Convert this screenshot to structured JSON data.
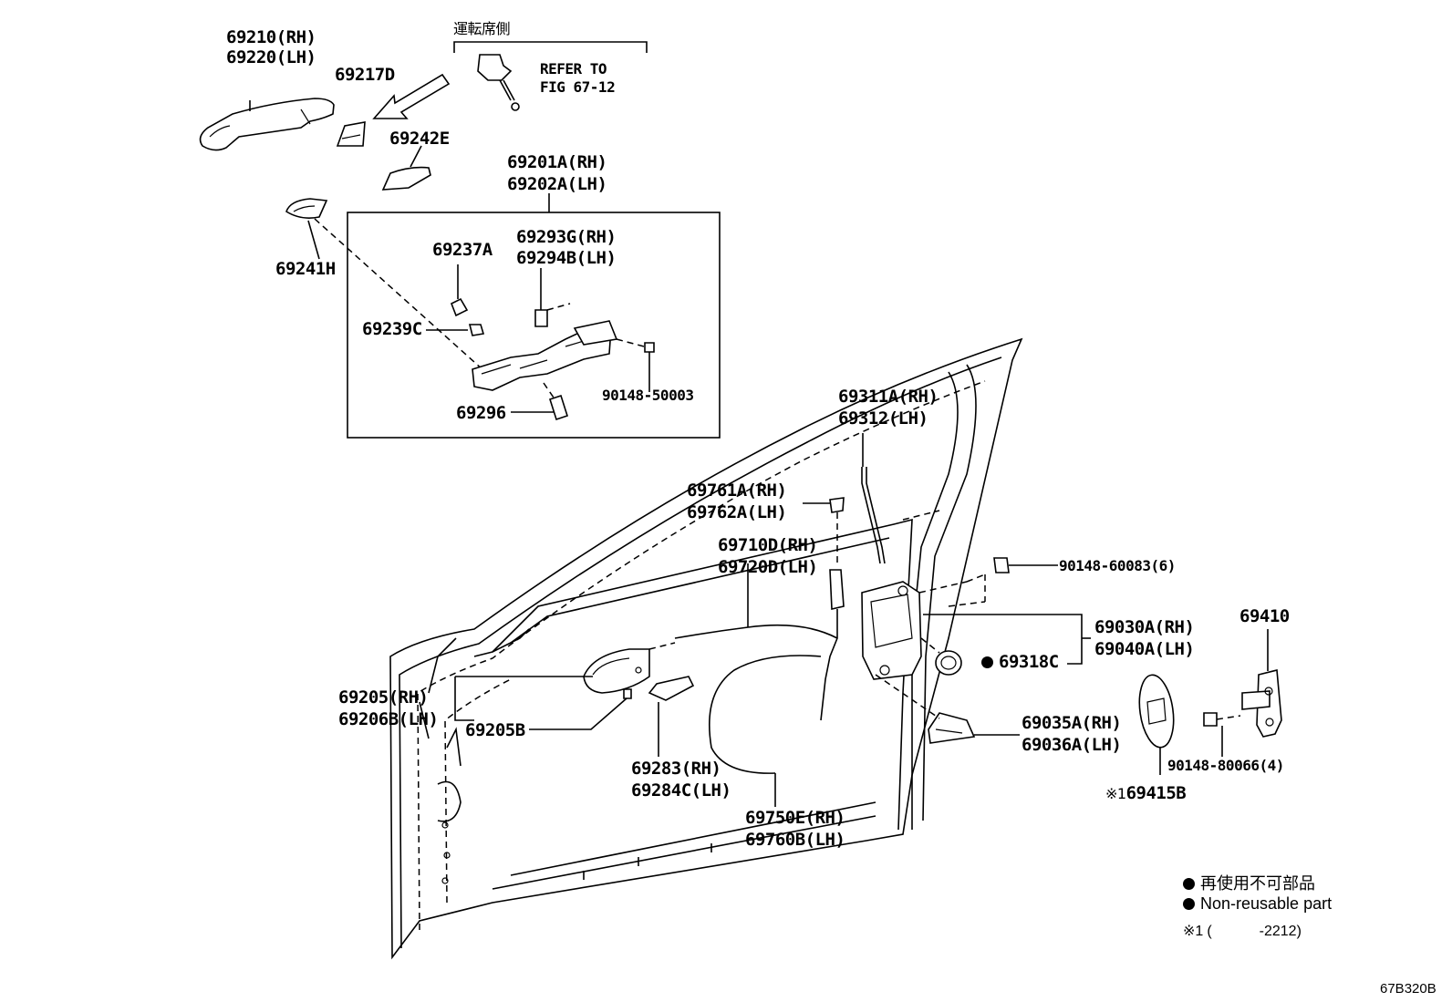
{
  "figure_code": "67B320B",
  "header_note": "運転席側",
  "refer": [
    "REFER TO",
    "FIG 67-12"
  ],
  "labels": {
    "p69210": [
      "69210(RH)",
      "69220(LH)"
    ],
    "p69217D": "69217D",
    "p69242E": "69242E",
    "p69201A": [
      "69201A(RH)",
      "69202A(LH)"
    ],
    "p69241H": "69241H",
    "p69237A": "69237A",
    "p69293G": [
      "69293G(RH)",
      "69294B(LH)"
    ],
    "p69239C": "69239C",
    "p90148_50003": "90148-50003",
    "p69296": "69296",
    "p69311A": [
      "69311A(RH)",
      "69312(LH)"
    ],
    "p69761A": [
      "69761A(RH)",
      "69762A(LH)"
    ],
    "p69710D": [
      "69710D(RH)",
      "69720D(LH)"
    ],
    "p90148_60083": "90148-60083(6)",
    "p69030A": [
      "69030A(RH)",
      "69040A(LH)"
    ],
    "p69318C": "69318C",
    "p69410": "69410",
    "p69205": [
      "69205(RH)",
      "69206B(LH)"
    ],
    "p69205B": "69205B",
    "p69035A": [
      "69035A(RH)",
      "69036A(LH)"
    ],
    "p69283": [
      "69283(RH)",
      "69284C(LH)"
    ],
    "p69750E": [
      "69750E(RH)",
      "69760B(LH)"
    ],
    "p90148_80066": "90148-80066(4)",
    "p69415B": "69415B",
    "p69415B_prefix": "※1"
  },
  "legend": {
    "jp": "再使用不可部品",
    "en": "Non-reusable part",
    "note_mark": "※1",
    "note_open": "(",
    "note_code": "-2212)"
  }
}
